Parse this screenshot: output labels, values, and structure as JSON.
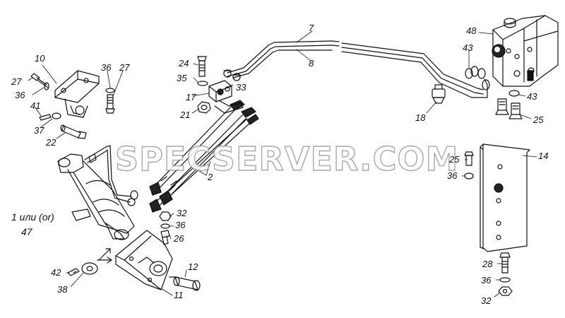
{
  "watermark": "SPECSERVER.COM",
  "part_note": {
    "line1": "1 или (or)",
    "line2": "47"
  },
  "callouts": [
    {
      "id": "c-7",
      "text": "7"
    },
    {
      "id": "c-8",
      "text": "8"
    },
    {
      "id": "c-48",
      "text": "48"
    },
    {
      "id": "c-43a",
      "text": "43"
    },
    {
      "id": "c-43b",
      "text": "43"
    },
    {
      "id": "c-18",
      "text": "18"
    },
    {
      "id": "c-25a",
      "text": "25"
    },
    {
      "id": "c-14",
      "text": "14"
    },
    {
      "id": "c-25b",
      "text": "25"
    },
    {
      "id": "c-36a",
      "text": "36"
    },
    {
      "id": "c-28",
      "text": "28"
    },
    {
      "id": "c-36b",
      "text": "36"
    },
    {
      "id": "c-32a",
      "text": "32"
    },
    {
      "id": "c-10",
      "text": "10"
    },
    {
      "id": "c-27a",
      "text": "27"
    },
    {
      "id": "c-36c",
      "text": "36"
    },
    {
      "id": "c-36d",
      "text": "36"
    },
    {
      "id": "c-27b",
      "text": "27"
    },
    {
      "id": "c-41",
      "text": "41"
    },
    {
      "id": "c-37",
      "text": "37"
    },
    {
      "id": "c-22",
      "text": "22"
    },
    {
      "id": "c-24",
      "text": "24"
    },
    {
      "id": "c-35",
      "text": "35"
    },
    {
      "id": "c-17",
      "text": "17"
    },
    {
      "id": "c-33",
      "text": "33"
    },
    {
      "id": "c-21",
      "text": "21"
    },
    {
      "id": "c-2",
      "text": "2"
    },
    {
      "id": "c-32b",
      "text": "32"
    },
    {
      "id": "c-36e",
      "text": "36"
    },
    {
      "id": "c-26",
      "text": "26"
    },
    {
      "id": "c-12",
      "text": "12"
    },
    {
      "id": "c-11",
      "text": "11"
    },
    {
      "id": "c-42",
      "text": "42"
    },
    {
      "id": "c-38",
      "text": "38"
    }
  ]
}
